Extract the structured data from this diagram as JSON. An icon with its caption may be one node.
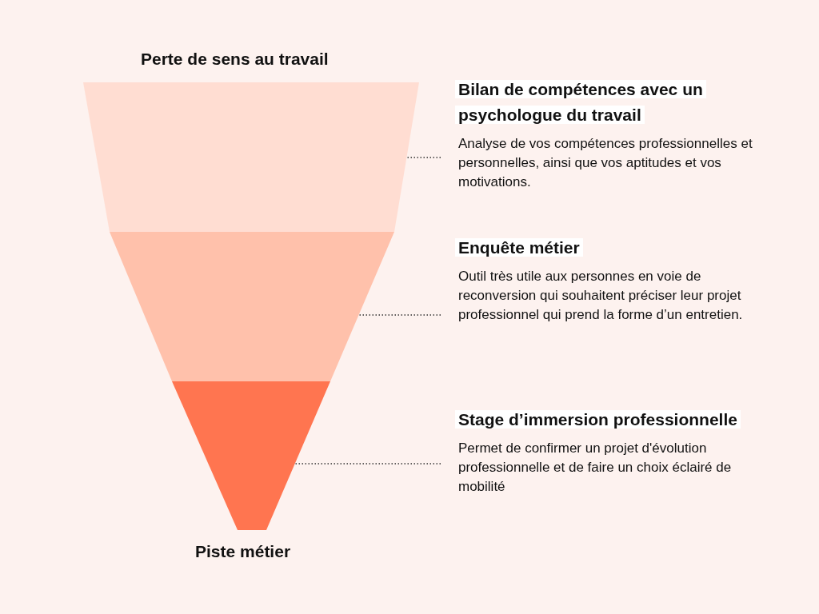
{
  "diagram": {
    "nodes": [
      {
        "text": [],
        "shape": "trapezoid"
      },
      {
        "text": [],
        "shape": "trapezoid"
      },
      {
        "text": [],
        "shape": "trapezoid"
      },
      {
        "text": [
          "Bilan de compétences avec un psychologue du travail",
          "Analyse de vos compétences professionnelles et personnelles, ainsi que vos aptitudes et vos motivations."
        ]
      },
      {
        "text": [
          "Enquête métier",
          "Outil très utile aux personnes en voie de reconversion qui souhaitent préciser leur projet professionnel qui prend la forme d’un entretien."
        ]
      },
      {
        "text": [
          "Stage d’immersion professionnelle",
          "Permet de confirmer un projet d'évolution professionnelle et de faire un choix éclairé de mobilité"
        ]
      }
    ],
    "edges": [
      {
        "from": 3,
        "to": 0,
        "arrow": "none",
        "style": "dashed"
      },
      {
        "from": 4,
        "to": 1,
        "arrow": "none",
        "style": "dashed"
      },
      {
        "from": 5,
        "to": 2,
        "arrow": "none",
        "style": "dashed"
      }
    ],
    "labels": [
      "Perte de sens au travail",
      "Piste métier"
    ]
  }
}
